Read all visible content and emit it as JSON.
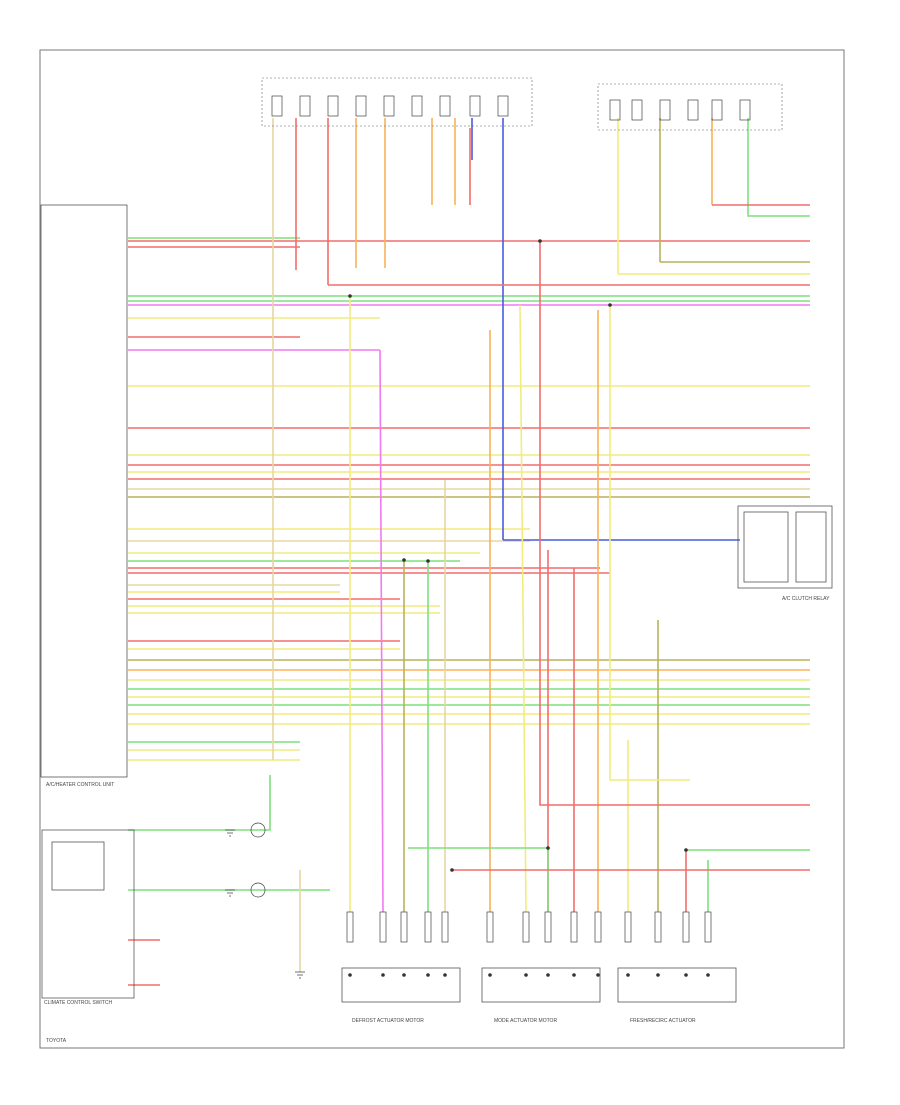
{
  "diagram": {
    "colors": {
      "red": "#f26d6d",
      "green": "#7fe07f",
      "yellow": "#f2ec7e",
      "orange": "#f7b35a",
      "blue": "#4a5bdf",
      "pink": "#f07af0",
      "tan": "#e8d5a2",
      "dark_red": "#d33a3a",
      "olive": "#b8b25c"
    },
    "labels": {
      "footer": "TOYOTA",
      "module_caption": "A/C/HEATER CONTROL UNIT",
      "switch_caption": "CLIMATE CONTROL SWITCH",
      "actuator_1": "DEFROST ACTUATOR MOTOR",
      "actuator_2": "MODE ACTUATOR MOTOR",
      "actuator_3": "FRESH/RECIRC ACTUATOR",
      "relay_box": "A/C CLUTCH RELAY"
    }
  }
}
